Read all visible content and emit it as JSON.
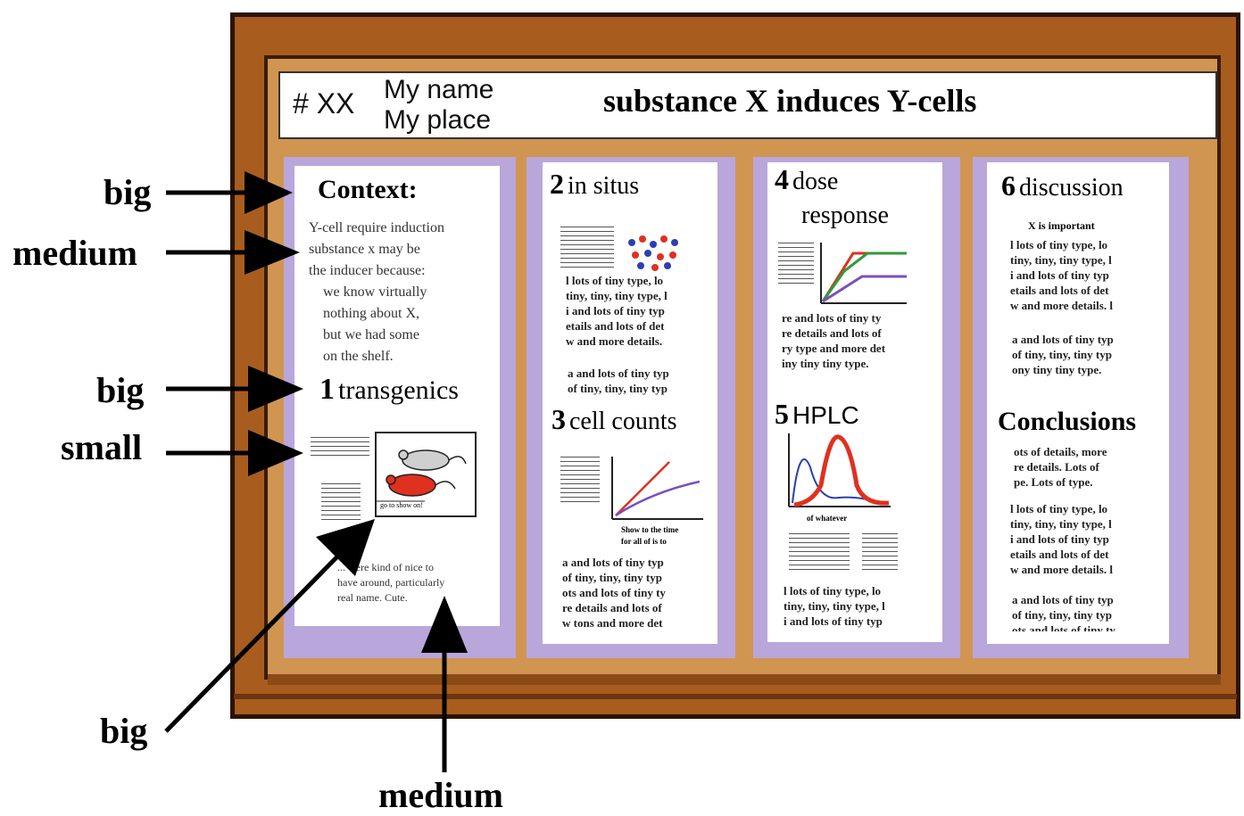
{
  "header": {
    "number": "# XX",
    "name": "My name",
    "place": "My place",
    "title": "substance X induces Y-cells"
  },
  "panel1": {
    "heading": "Context:",
    "intro": [
      "Y-cell require induction",
      "substance x may be",
      "the inducer because:",
      "we know virtually",
      "nothing about X,",
      "but we had some",
      "on the shelf."
    ],
    "section_num": "1",
    "section_title": "transgenics",
    "figure_caption": "go to show on!",
    "bottom_text": [
      "... were kind of nice to",
      "have around, particularly",
      "real name. Cute."
    ]
  },
  "panel2": {
    "s2_num": "2",
    "s2_title": "in situs",
    "s2_text": [
      "l lots of tiny type, lo",
      "tiny, tiny, tiny type, l",
      "i and lots of tiny typ",
      "etails and lots of det",
      "w and more details."
    ],
    "s2_text2": [
      "a and lots of tiny typ",
      "of tiny, tiny, tiny typ"
    ],
    "s3_num": "3",
    "s3_title": "cell counts",
    "s3_caption": [
      "Show to the time",
      "for all of is to"
    ],
    "s3_text": [
      "a and lots of tiny typ",
      "of tiny, tiny, tiny typ",
      "ots and lots of tiny ty",
      "re details and lots of",
      "w tons and more det"
    ]
  },
  "panel3": {
    "s4_num": "4",
    "s4_title_1": "dose",
    "s4_title_2": "response",
    "s4_text": [
      "re and lots of tiny ty",
      "re details and lots of",
      "ry type and more det",
      "iny tiny tiny type."
    ],
    "s5_num": "5",
    "s5_title": "HPLC",
    "s5_caption": "of whatever",
    "s5_text": [
      "l lots of tiny type, lo",
      "tiny, tiny, tiny type, l",
      "i and lots of tiny typ"
    ]
  },
  "panel4": {
    "s6_num": "6",
    "s6_title": "discussion",
    "s6_sub": "X is important",
    "s6_text": [
      "l lots of tiny type, lo",
      "tiny, tiny, tiny type, l",
      "i and lots of tiny typ",
      "etails and lots of det",
      "w and more details. l"
    ],
    "s6_text2": [
      "a and lots of tiny typ",
      "of tiny, tiny, tiny typ",
      "ony tiny tiny type."
    ],
    "concl_title": "Conclusions",
    "concl_text": [
      "ots of details, more",
      "re details. Lots of",
      "pe. Lots of type."
    ],
    "concl_text2": [
      "l lots of tiny type, lo",
      "tiny, tiny, tiny type, l",
      "i and lots of tiny typ",
      "etails and lots of det",
      "w and more details. l"
    ],
    "concl_text3": [
      "a and lots of tiny typ",
      "of tiny, tiny, tiny typ",
      "ots and lots of tiny ty"
    ]
  },
  "annotations": {
    "a1": "big",
    "a2": "medium",
    "a3": "big",
    "a4": "small",
    "a5": "big",
    "a6": "medium"
  },
  "colors": {
    "frame": "#a85d1f",
    "board": "#d19552",
    "column": "#b9a6da",
    "red": "#e03020",
    "blue": "#2c3fb0",
    "green": "#2f9a3a",
    "purple": "#7a4fc0"
  }
}
